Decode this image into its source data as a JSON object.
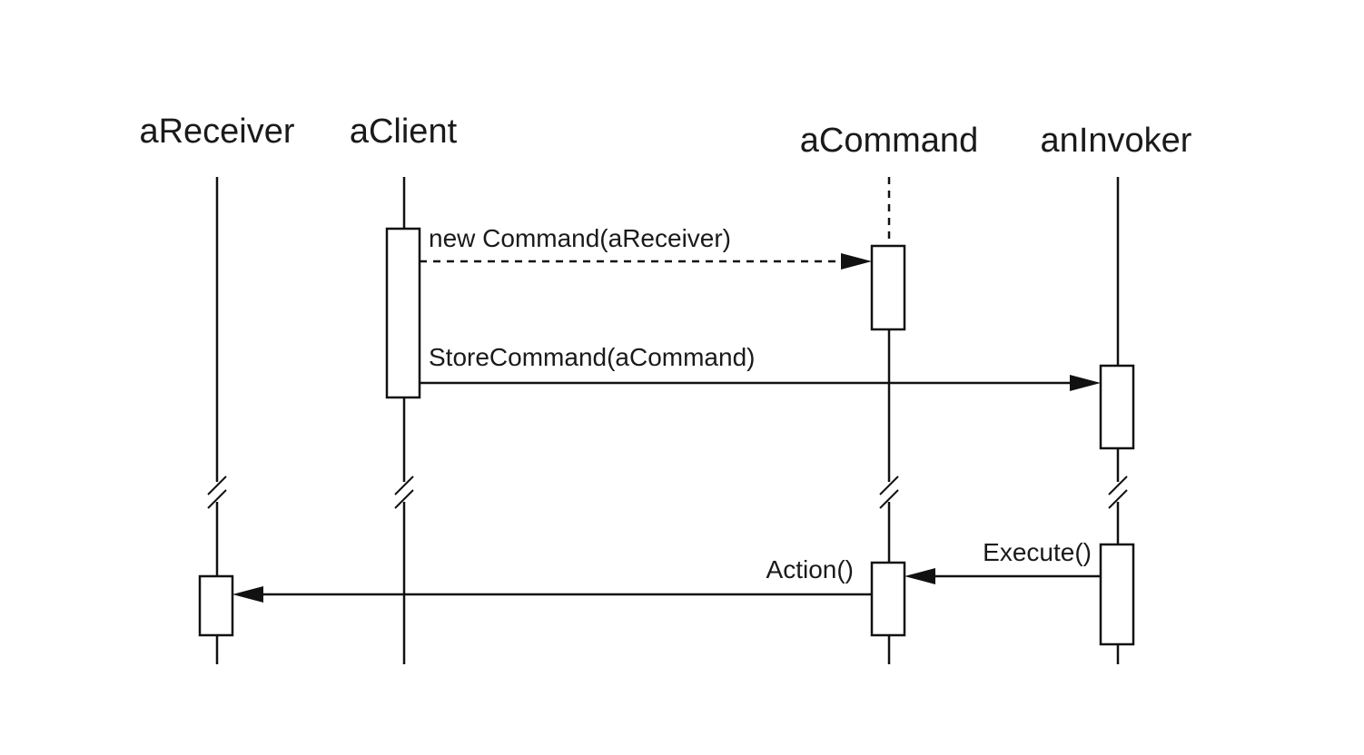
{
  "actors": {
    "receiver": "aReceiver",
    "client": "aClient",
    "command": "aCommand",
    "invoker": "anInvoker"
  },
  "messages": {
    "create": "new Command(aReceiver)",
    "store": "StoreCommand(aCommand)",
    "execute": "Execute()",
    "action": "Action()"
  },
  "colors": {
    "line": "#111111",
    "background": "#ffffff"
  }
}
